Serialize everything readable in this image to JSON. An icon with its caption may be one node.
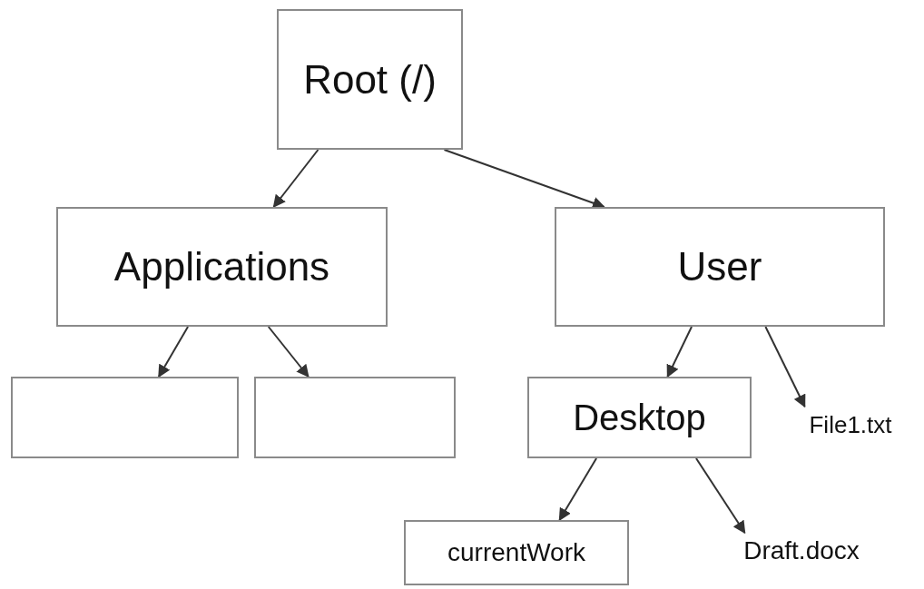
{
  "diagram": {
    "nodes": [
      {
        "text": [
          "Root (/)"
        ]
      },
      {
        "text": [
          "Applications"
        ]
      },
      {
        "text": [
          "User"
        ]
      },
      {
        "text": [],
        "shape": "box"
      },
      {
        "text": [],
        "shape": "box"
      },
      {
        "text": [
          "Desktop"
        ]
      },
      {
        "text": [
          "File1.txt"
        ]
      },
      {
        "text": [
          "currentWork"
        ]
      },
      {
        "text": [
          "Draft.docx"
        ]
      }
    ],
    "edges": [
      {
        "from": 0,
        "to": 1,
        "arrow": "to"
      },
      {
        "from": 0,
        "to": 2,
        "arrow": "to"
      },
      {
        "from": 1,
        "to": 3,
        "arrow": "to"
      },
      {
        "from": 1,
        "to": 4,
        "arrow": "to"
      },
      {
        "from": 2,
        "to": 5,
        "arrow": "to"
      },
      {
        "from": 2,
        "to": 6,
        "arrow": "to"
      },
      {
        "from": 5,
        "to": 7,
        "arrow": "to"
      },
      {
        "from": 5,
        "to": 8,
        "arrow": "to"
      }
    ]
  }
}
